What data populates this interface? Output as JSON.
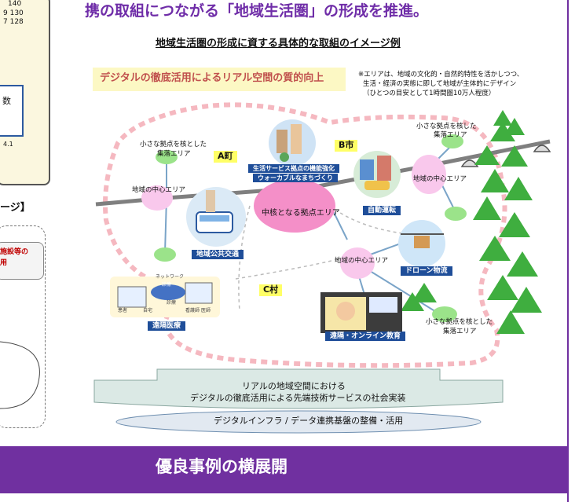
{
  "left_panel": {
    "values": [
      "140",
      "9 130",
      "7 128"
    ],
    "box_text": "数",
    "date_text": "4.1",
    "heading": "ージ】",
    "red_text_1": "施設等の",
    "red_text_2": "用"
  },
  "main_title": "携の取組につながる「地域生活圏」の形成を推進。",
  "sub_title": "地域生活圏の形成に資する具体的な取組のイメージ例",
  "banner": "デジタルの徹底活用によるリアル空間の質的向上",
  "note": {
    "line1": "※エリアは、地域の文化的・自然的特性を活かしつつ、",
    "line2": "生活・経済の実態に即して地域が主体的にデザイン",
    "line3": "（ひとつの目安として1時間圏10万人程度）"
  },
  "towns": {
    "a": "A町",
    "b": "B市",
    "c": "C村"
  },
  "areas": {
    "small_a_line1": "小さな拠点を核とした",
    "small_a_line2": "集落エリア",
    "small_b_line1": "小さな拠点を核した",
    "small_b_line2": "集落エリア",
    "small_c_line1": "小さな拠点を核とした",
    "small_c_line2": "集落エリア",
    "center_a": "地域の中心エリア",
    "center_b": "地域の中心エリア",
    "center_c": "地域の中心エリア",
    "hub": "中核となる拠点エリア"
  },
  "captions": {
    "wearable_line1": "生活サービス拠点の機能強化",
    "wearable_line2": "ウォーカブルなまちづくり",
    "autonomous": "自動運転",
    "public_transport": "地域公共交通",
    "drone": "ドローン物流",
    "telemedicine": "遠隔医療",
    "online_edu": "遠隔・オンライン教育"
  },
  "illustration_text": {
    "network": "ネットワーク",
    "clinic": "診療",
    "clinic2": "診療",
    "home": "自宅",
    "doctor": "医師",
    "nurse": "看護師",
    "patient": "患者"
  },
  "arrow_text": {
    "line1": "リアルの地域空間における",
    "line2": "デジタルの徹底活用による先端技術サービスの社会実装"
  },
  "infra": "デジタルインフラ / データ連携基盤の整備・活用",
  "bottom_band": "優良事例の横展開",
  "colors": {
    "title": "#6f2da8",
    "band": "#7030a0",
    "caption_bg": "#1f4e99",
    "hub_pink": "#f48fc8",
    "area_pink": "#f9c8ec",
    "node_green": "#9be38a",
    "dash_pink": "#f5b8c0",
    "tree_green": "#3fae3f"
  },
  "icons": [
    "tree-icon",
    "tunnel-icon",
    "bus-icon",
    "drone-icon",
    "building-icon",
    "car-icon",
    "doctor-icon",
    "teacher-icon"
  ]
}
